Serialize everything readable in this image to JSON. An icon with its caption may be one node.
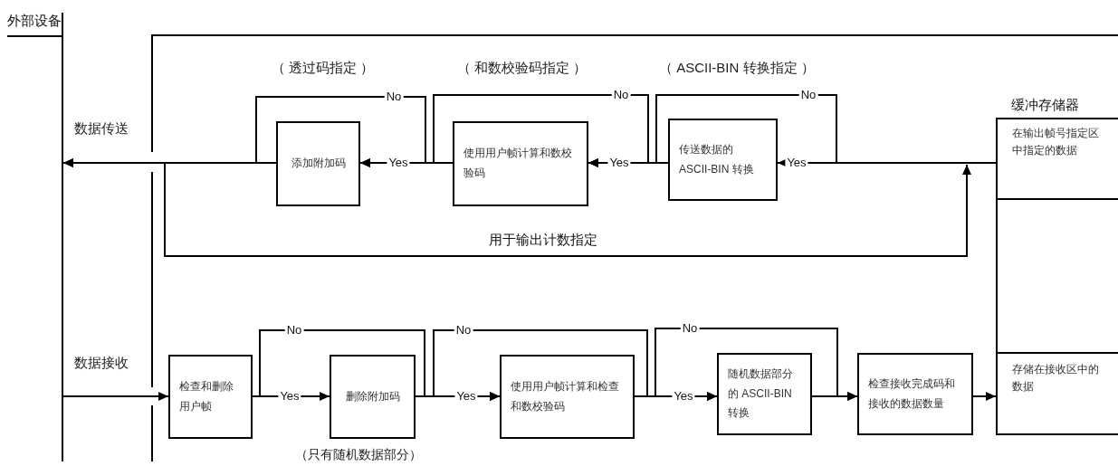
{
  "diagram": {
    "nodes": [
      {
        "text": [
          "外部设备"
        ]
      },
      {
        "text": [
          "缓冲存储器"
        ]
      },
      {
        "text": [
          "在输出帧号指定区中指定的数据"
        ],
        "in": 1
      },
      {
        "text": [
          "添加附加码"
        ]
      },
      {
        "text": [
          "使用用户帧计算和数校验码"
        ]
      },
      {
        "text": [
          "传送数据的 ASCII-BIN 转换"
        ]
      },
      {
        "text": [
          "检查和删除用户帧"
        ]
      },
      {
        "text": [
          "删除附加码"
        ],
        "beside": [
          "（只有随机数据部分）"
        ]
      },
      {
        "text": [
          "使用用户帧计算和检查和数校验码"
        ]
      },
      {
        "text": [
          "随机数据部分的 ASCII-BIN 转换"
        ]
      },
      {
        "text": [
          "检查接收完成码和接收的数据数量"
        ]
      },
      {
        "text": [
          "存储在接收区中的数据"
        ],
        "in": 1
      }
    ],
    "edges": [
      {
        "from": 2,
        "to": 5,
        "arrow": "to",
        "label": "Yes"
      },
      {
        "from": 2,
        "to": 4,
        "arrow": "to",
        "label": "No"
      },
      {
        "from": 5,
        "to": 4,
        "arrow": "to",
        "label": "Yes"
      },
      {
        "from": 5,
        "to": 3,
        "arrow": "to",
        "label": "No"
      },
      {
        "from": 4,
        "to": 3,
        "arrow": "to",
        "label": "Yes"
      },
      {
        "from": 4,
        "to": 0,
        "arrow": "to",
        "label": "No"
      },
      {
        "from": 3,
        "to": 0,
        "arrow": "to"
      },
      {
        "from": 0,
        "to": 6,
        "arrow": "to"
      },
      {
        "from": 6,
        "to": 7,
        "arrow": "to",
        "label": "Yes"
      },
      {
        "from": 6,
        "to": 8,
        "arrow": "to",
        "label": "No"
      },
      {
        "from": 7,
        "to": 8,
        "arrow": "to",
        "label": "Yes"
      },
      {
        "from": 7,
        "to": 9,
        "arrow": "to",
        "label": "No"
      },
      {
        "from": 8,
        "to": 9,
        "arrow": "to",
        "label": "Yes"
      },
      {
        "from": 8,
        "to": 10,
        "arrow": "to",
        "label": "No"
      },
      {
        "from": 9,
        "to": 10,
        "arrow": "to"
      },
      {
        "from": 10,
        "to": 11,
        "arrow": "to"
      },
      {
        "from": null,
        "to": 2,
        "arrow": "to",
        "label": "用于输出计数指定"
      }
    ],
    "labels": [
      "数据传送",
      "（ 透过码指定 ）",
      "（ 和数校验码指定 ）",
      "（ ASCII-BIN 转换指定 ）",
      "数据接收"
    ]
  }
}
